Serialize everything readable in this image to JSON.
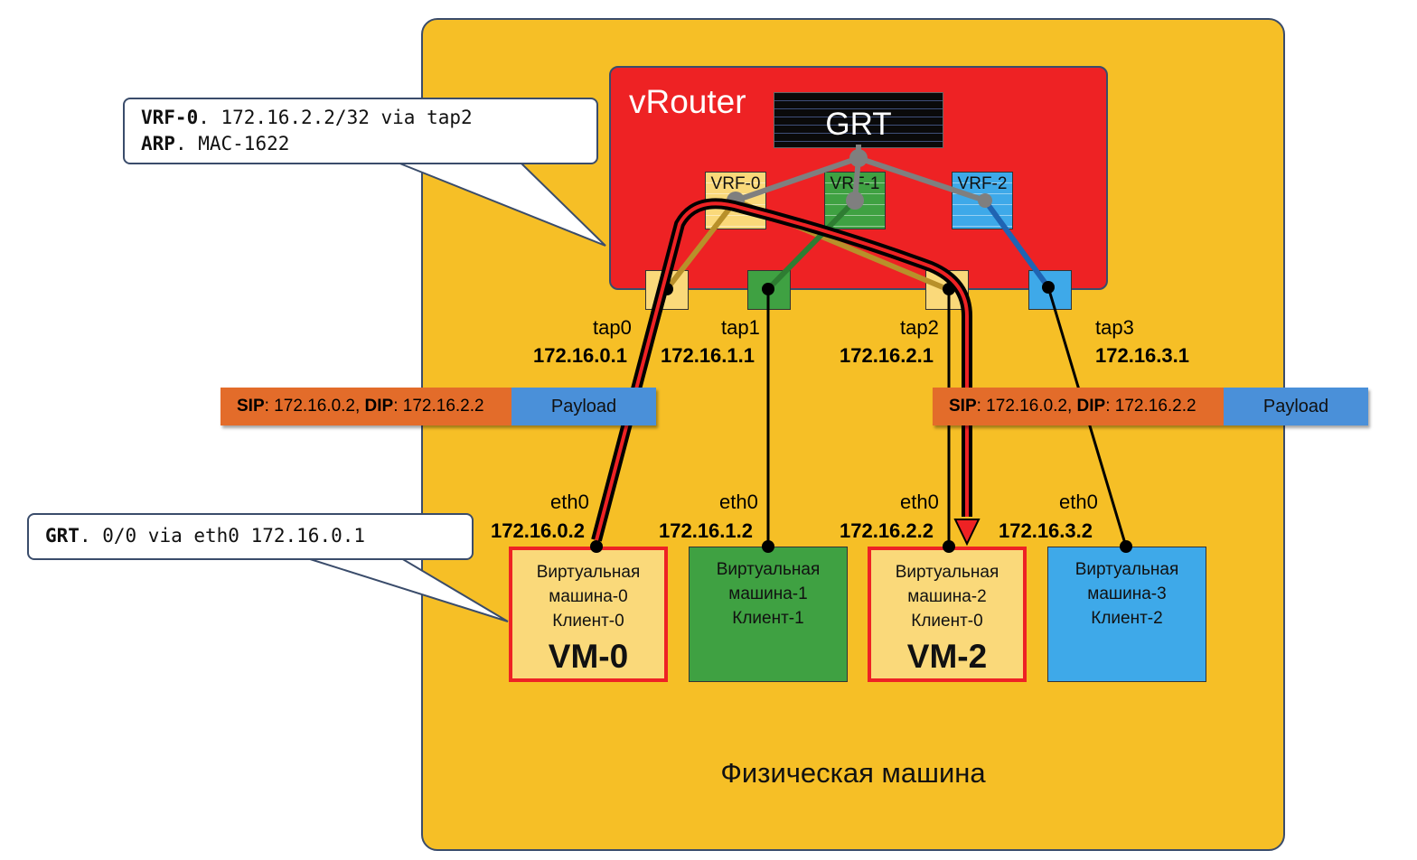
{
  "host": {
    "label": "Физическая машина"
  },
  "vrouter": {
    "label": "vRouter",
    "grt": "GRT",
    "vrfs": [
      "VRF-0",
      "VRF-1",
      "VRF-2"
    ]
  },
  "taps": [
    {
      "name": "tap0",
      "ip": "172.16.0.1"
    },
    {
      "name": "tap1",
      "ip": "172.16.1.1"
    },
    {
      "name": "tap2",
      "ip": "172.16.2.1"
    },
    {
      "name": "tap3",
      "ip": "172.16.3.1"
    }
  ],
  "eths": [
    {
      "name": "eth0",
      "ip": "172.16.0.2"
    },
    {
      "name": "eth0",
      "ip": "172.16.1.2"
    },
    {
      "name": "eth0",
      "ip": "172.16.2.2"
    },
    {
      "name": "eth0",
      "ip": "172.16.3.2"
    }
  ],
  "packet": {
    "sip_label": "SIP",
    "sip_value": ": 172.16.0.2, ",
    "dip_label": "DIP",
    "dip_value": ": 172.16.2.2",
    "payload": "Payload"
  },
  "vms": [
    {
      "line1": "Виртуальная",
      "line2": "машина-0",
      "line3": "Клиент-0",
      "tag": "VM-0"
    },
    {
      "line1": "Виртуальная",
      "line2": "машина-1",
      "line3": "Клиент-1",
      "tag": ""
    },
    {
      "line1": "Виртуальная",
      "line2": "машина-2",
      "line3": "Клиент-0",
      "tag": "VM-2"
    },
    {
      "line1": "Виртуальная",
      "line2": "машина-3",
      "line3": "Клиент-2",
      "tag": ""
    }
  ],
  "callouts": {
    "vrf0_route": {
      "key": "VRF-0",
      "text": ". 172.16.2.2/32 via tap2"
    },
    "vrf0_arp": {
      "key": "ARP",
      "text": ". MAC-1622"
    },
    "grt_route": {
      "key": "GRT",
      "text": ". 0/0 via eth0 172.16.0.1"
    }
  },
  "colors": {
    "host": "#f6bf26",
    "vrouter": "#ee2224",
    "client0": "#fad97a",
    "client1": "#3fa142",
    "client2": "#3ea9e9",
    "packet_header": "#e36c2a",
    "payload": "#4a90d9"
  }
}
